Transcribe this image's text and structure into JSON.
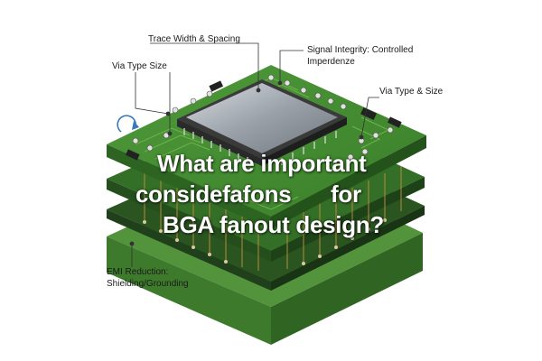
{
  "callouts": {
    "trace_width": "Trace Width & Spacing",
    "signal_integrity": "Signal Integrity: Controlled Imperdenze",
    "via_left": "Via Type  Size",
    "via_right": "Via Type & Size",
    "emi": "EMI Reduction: Shielding/Grounding"
  },
  "headline": {
    "line1": "What are important",
    "line2a": "considefafons",
    "line2b": "for",
    "line3": "BGA fanout design?"
  },
  "colors": {
    "pcb_top": "#3f8a2e",
    "pcb_edge": "#2a5f1f",
    "mid_layer": "#2f6b25",
    "bottom_layer": "#2c5a22",
    "base_block": "#4a8a36",
    "chip": "#9aa0a6",
    "pad_gold": "#d8b24a"
  },
  "icons": [
    "rotation-arrow-icon"
  ]
}
